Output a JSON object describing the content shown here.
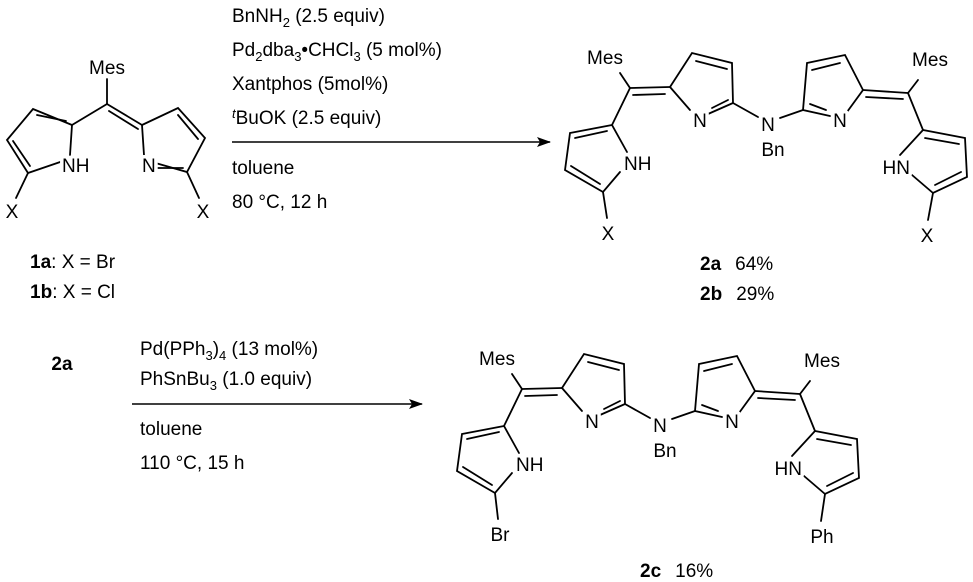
{
  "reaction1": {
    "reagents": {
      "line1": [
        "BnNH",
        "2",
        " (2.5 equiv)"
      ],
      "line2": [
        "Pd",
        "2",
        "dba",
        "3",
        "•CHCl",
        "3",
        " (5 mol%)"
      ],
      "line3": "Xantphos (5mol%)",
      "line4": [
        "t",
        "BuOK (2.5 equiv)"
      ]
    },
    "conditions": {
      "solvent": "toluene",
      "temp_time": "80 °C, 12 h"
    },
    "starting_material": {
      "substituent": "Mes",
      "nh": "NH",
      "n": "N",
      "x": "X",
      "labels": [
        {
          "id": "1a",
          "text": ": X = Br"
        },
        {
          "id": "1b",
          "text": ": X = Cl"
        }
      ]
    },
    "product": {
      "mes": "Mes",
      "n": "N",
      "bn": "Bn",
      "nh": "NH",
      "hn": "HN",
      "x": "X",
      "yields": [
        {
          "id": "2a",
          "yield": "64%"
        },
        {
          "id": "2b",
          "yield": "29%"
        }
      ]
    }
  },
  "reaction2": {
    "substrate": "2a",
    "reagents": {
      "line1": [
        "Pd(PPh",
        "3",
        ")",
        "4",
        " (13 mol%)"
      ],
      "line2": [
        "PhSnBu",
        "3",
        " (1.0 equiv)"
      ]
    },
    "conditions": {
      "solvent": "toluene",
      "temp_time": "110 °C, 15 h"
    },
    "product": {
      "mes": "Mes",
      "n": "N",
      "bn": "Bn",
      "nh": "NH",
      "hn": "HN",
      "left_sub": "Br",
      "right_sub": "Ph",
      "id": "2c",
      "yield": "16%"
    }
  }
}
